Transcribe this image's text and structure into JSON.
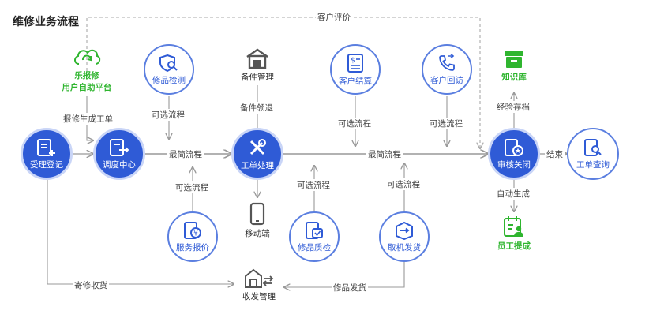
{
  "title": "维修业务流程",
  "nodes": {
    "shouli": "受理登记",
    "diaodu": "调度中心",
    "gongdan": "工单处理",
    "shenhe": "审核关闭",
    "chaxun": "工单查询",
    "jiance": "修品检测",
    "baojia": "服务报价",
    "zhijian": "修品质检",
    "qufa": "取机发货",
    "jiesuan": "客户结算",
    "huifang": "客户回访",
    "beijian": "备件管理",
    "yidong": "移动端",
    "shoufa": "收发管理",
    "zhishi": "知识库",
    "ticheng": "员工提成",
    "lebaoxiu_line1": "乐报修",
    "lebaoxiu_line2": "用户自助平台"
  },
  "edges": {
    "kehu_pingjia": "客户评价",
    "baoxiu_shengcheng": "报修生成工单",
    "zuijian1": "最简流程",
    "zuijian2": "最简流程",
    "kexuan_jiance": "可选流程",
    "kexuan_baojia": "可选流程",
    "kexuan_zhijian": "可选流程",
    "kexuan_qufa": "可选流程",
    "kexuan_jiesuan": "可选流程",
    "kexuan_huifang": "可选流程",
    "beijian_lingtui": "备件领退",
    "jiyan_cundang": "经验存档",
    "zidong_shengcheng": "自动生成",
    "jieshu": "结束",
    "jixiu_shouhuo": "寄修收货",
    "xiupin_fahuo": "修品发货"
  },
  "colors": {
    "primary": "#2f5bd6",
    "green": "#2fb52f",
    "line": "#999999"
  }
}
